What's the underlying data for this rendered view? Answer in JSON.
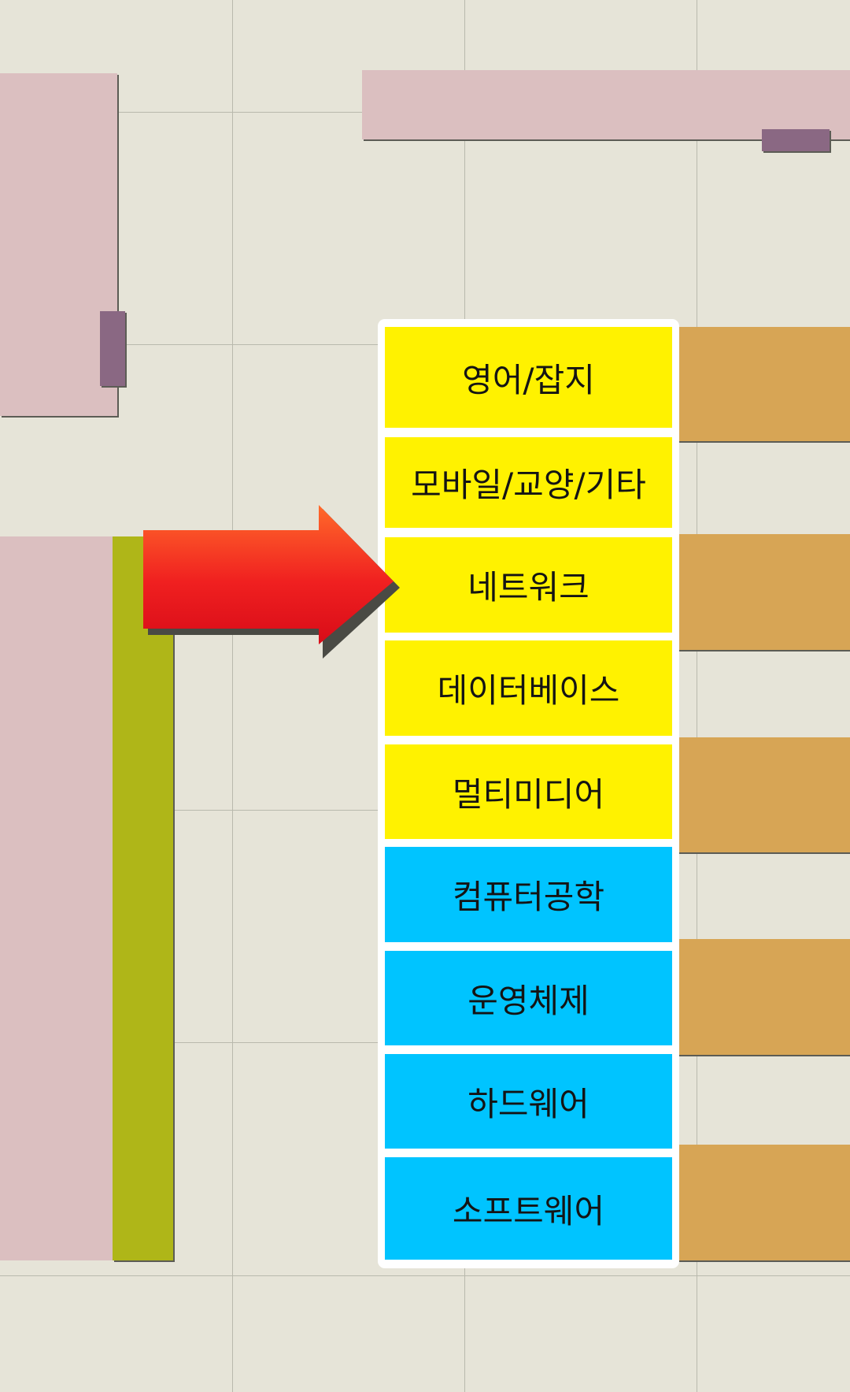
{
  "shelf_categories": [
    {
      "label": "영어/잡지",
      "color": "yellow"
    },
    {
      "label": "모바일/교양/기타",
      "color": "yellow"
    },
    {
      "label": "네트워크",
      "color": "yellow"
    },
    {
      "label": "데이터베이스",
      "color": "yellow"
    },
    {
      "label": "멀티미디어",
      "color": "yellow"
    },
    {
      "label": "컴퓨터공학",
      "color": "cyan"
    },
    {
      "label": "운영체제",
      "color": "cyan"
    },
    {
      "label": "하드웨어",
      "color": "cyan"
    },
    {
      "label": "소프트웨어",
      "color": "cyan"
    }
  ],
  "highlighted_category": "네트워크",
  "pointer": {
    "icon": "right-arrow-icon",
    "color": "#e8141e"
  },
  "colors": {
    "background": "#e6e4d8",
    "shelf_pink": "#dbbfc0",
    "shelf_orange": "#d7a555",
    "shelf_olive": "#afb618",
    "highlight_yellow": "#fff200",
    "highlight_cyan": "#00c4ff"
  }
}
